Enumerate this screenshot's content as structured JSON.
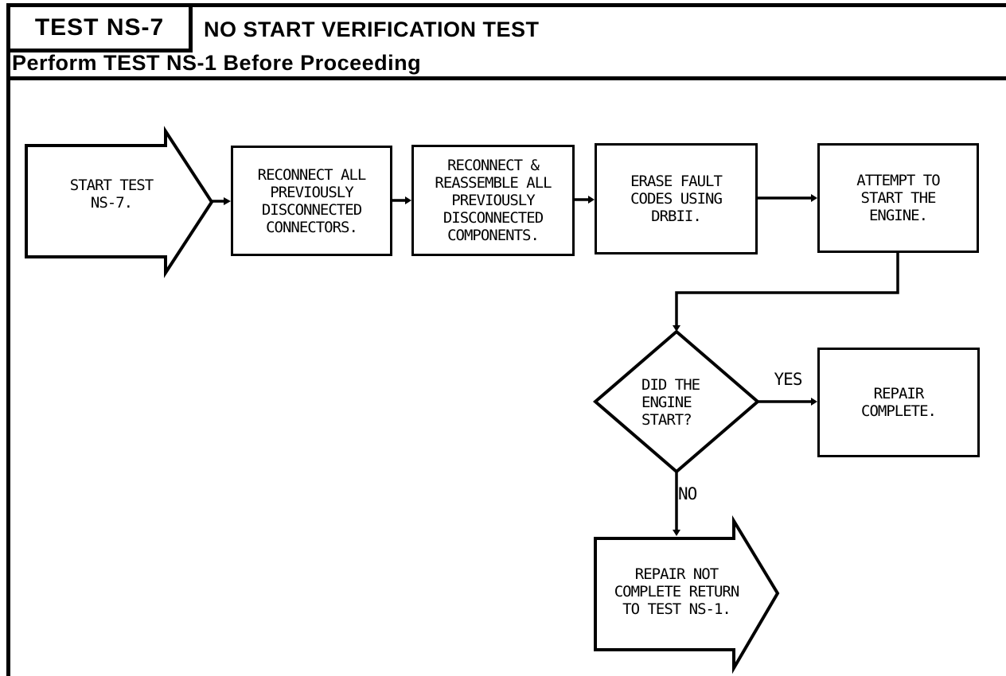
{
  "header": {
    "test_id": "TEST NS-7",
    "title": "NO START VERIFICATION TEST",
    "subtitle": "Perform TEST NS-1 Before Proceeding"
  },
  "flowchart": {
    "start": {
      "label": "START TEST\nNS-7."
    },
    "steps": [
      {
        "label": "RECONNECT ALL\nPREVIOUSLY\nDISCONNECTED\nCONNECTORS."
      },
      {
        "label": "RECONNECT &\nREASSEMBLE ALL\nPREVIOUSLY\nDISCONNECTED\nCOMPONENTS."
      },
      {
        "label": "ERASE FAULT\nCODES USING\nDRBII."
      },
      {
        "label": "ATTEMPT TO\nSTART THE\nENGINE."
      }
    ],
    "decision": {
      "label": "DID THE\nENGINE\nSTART?",
      "yes_label": "YES",
      "no_label": "NO"
    },
    "yes_outcome": {
      "label": "REPAIR\nCOMPLETE."
    },
    "no_outcome": {
      "label": "REPAIR NOT\nCOMPLETE RETURN\nTO TEST NS-1."
    }
  },
  "colors": {
    "ink": "#000000",
    "paper": "#ffffff"
  }
}
